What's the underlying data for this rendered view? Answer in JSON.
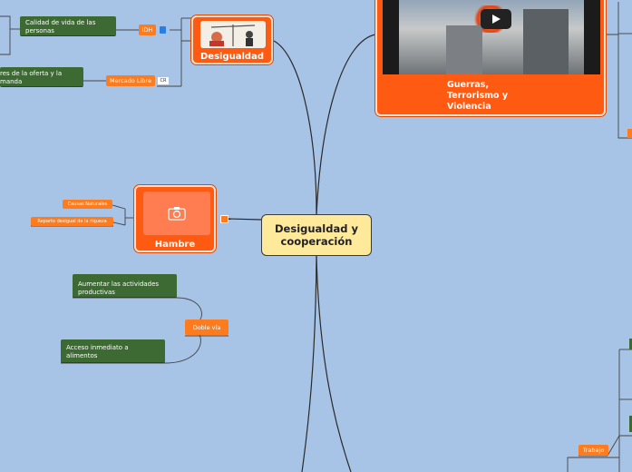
{
  "central": "Desigualdad y cooperación",
  "desigualdad": {
    "label": "Desigualdad"
  },
  "guerras": {
    "label_line1": "Guerras,",
    "label_line2": "Terrorismo y",
    "label_line3": "Violencia"
  },
  "hambre": {
    "label": "Hambre"
  },
  "idh": {
    "tag": "IDH",
    "child": "Calidad de vida de las personas"
  },
  "mercado": {
    "tag": "Mercado Libre",
    "child_line1": "res de la oferta y la",
    "child_line2": "manda"
  },
  "hambre_children": {
    "causas": "Causas Naturales",
    "reparto": "Reparto desigual de la riqueza"
  },
  "doble": {
    "tag": "Doble vía",
    "child1": "Aumentar las actividades productivas",
    "child2": "Acceso inmediato a alimentos"
  },
  "trabajo": {
    "tag": "Trabajo"
  },
  "colors": {
    "branch": "#ff5a12",
    "central": "#ffe99a",
    "leaf": "#3c6a32",
    "tag": "#ff7c1e",
    "background": "#a7c3e6"
  }
}
